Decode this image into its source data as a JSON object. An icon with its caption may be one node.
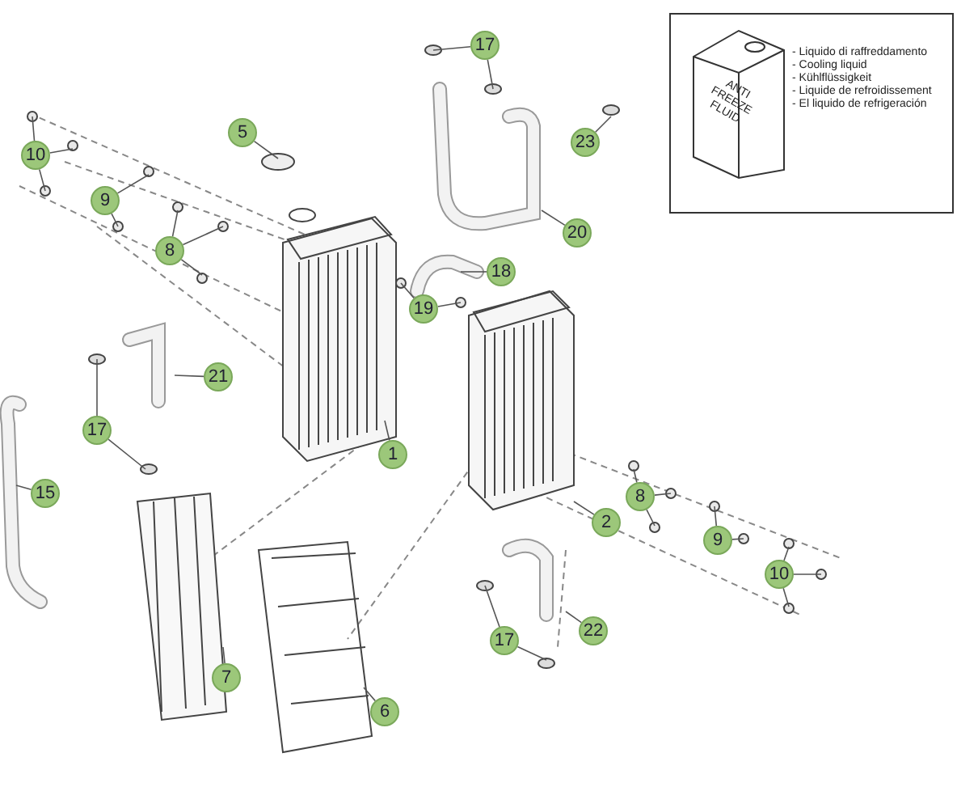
{
  "diagram": {
    "nodes": [
      {
        "text": [
          "17"
        ]
      },
      {
        "text": [
          "10"
        ]
      },
      {
        "text": [
          "5"
        ]
      },
      {
        "text": [
          "9"
        ]
      },
      {
        "text": [
          "23"
        ]
      },
      {
        "text": [
          "8"
        ]
      },
      {
        "text": [
          "20"
        ]
      },
      {
        "text": [
          "18"
        ]
      },
      {
        "text": [
          "19"
        ]
      },
      {
        "text": [
          "21"
        ]
      },
      {
        "text": [
          "17"
        ]
      },
      {
        "text": [
          "1"
        ]
      },
      {
        "text": [
          "15"
        ]
      },
      {
        "text": [
          "2"
        ]
      },
      {
        "text": [
          "8"
        ]
      },
      {
        "text": [
          "9"
        ]
      },
      {
        "text": [
          "10"
        ]
      },
      {
        "text": [
          "7"
        ]
      },
      {
        "text": [
          "17"
        ]
      },
      {
        "text": [
          "22"
        ]
      },
      {
        "text": [
          "6"
        ]
      }
    ],
    "edges": [
      {
        "from": 0,
        "to": null,
        "arrow": "none"
      },
      {
        "from": 0,
        "to": null,
        "arrow": "none"
      },
      {
        "from": 1,
        "to": null,
        "arrow": "none"
      },
      {
        "from": 1,
        "to": null,
        "arrow": "none"
      },
      {
        "from": 1,
        "to": null,
        "arrow": "none"
      },
      {
        "from": 2,
        "to": null,
        "arrow": "none"
      },
      {
        "from": 3,
        "to": null,
        "arrow": "none"
      },
      {
        "from": 3,
        "to": null,
        "arrow": "none"
      },
      {
        "from": 4,
        "to": null,
        "arrow": "none"
      },
      {
        "from": 5,
        "to": null,
        "arrow": "none"
      },
      {
        "from": 5,
        "to": null,
        "arrow": "none"
      },
      {
        "from": 5,
        "to": null,
        "arrow": "none"
      },
      {
        "from": 6,
        "to": null,
        "arrow": "none"
      },
      {
        "from": 7,
        "to": null,
        "arrow": "none"
      },
      {
        "from": 8,
        "to": null,
        "arrow": "none"
      },
      {
        "from": 8,
        "to": null,
        "arrow": "none"
      },
      {
        "from": 9,
        "to": null,
        "arrow": "none"
      },
      {
        "from": 10,
        "to": null,
        "arrow": "none"
      },
      {
        "from": 10,
        "to": null,
        "arrow": "none"
      },
      {
        "from": 11,
        "to": null,
        "arrow": "none"
      },
      {
        "from": 12,
        "to": null,
        "arrow": "none"
      },
      {
        "from": 13,
        "to": null,
        "arrow": "none"
      },
      {
        "from": 14,
        "to": null,
        "arrow": "none"
      },
      {
        "from": 14,
        "to": null,
        "arrow": "none"
      },
      {
        "from": 14,
        "to": null,
        "arrow": "none"
      },
      {
        "from": 15,
        "to": null,
        "arrow": "none"
      },
      {
        "from": 15,
        "to": null,
        "arrow": "none"
      },
      {
        "from": 16,
        "to": null,
        "arrow": "none"
      },
      {
        "from": 16,
        "to": null,
        "arrow": "none"
      },
      {
        "from": 16,
        "to": null,
        "arrow": "none"
      },
      {
        "from": 17,
        "to": null,
        "arrow": "none"
      },
      {
        "from": 18,
        "to": null,
        "arrow": "none"
      },
      {
        "from": 18,
        "to": null,
        "arrow": "none"
      },
      {
        "from": 19,
        "to": null,
        "arrow": "none"
      },
      {
        "from": 20,
        "to": null,
        "arrow": "none"
      }
    ],
    "labels": [
      "ANTI FREEZE FLUID",
      "- Liquido di raffreddamento",
      "- Cooling liquid",
      "- Kühlflüssigkeit",
      "- Liquide de refroidissement",
      "- El liquido de refrigeración"
    ]
  }
}
